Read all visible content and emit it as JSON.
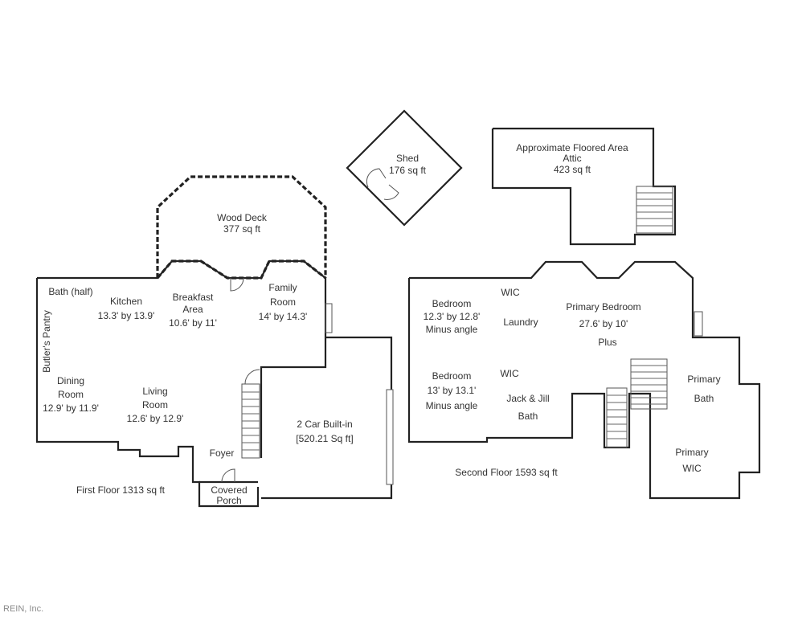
{
  "first_floor": {
    "wood_deck": {
      "name": "Wood Deck",
      "area": "377 sq ft"
    },
    "bath_half": "Bath (half)",
    "kitchen": {
      "name": "Kitchen",
      "dims": "13.3' by 13.9'"
    },
    "breakfast": {
      "name1": "Breakfast",
      "name2": "Area",
      "dims": "10.6' by 11'"
    },
    "family": {
      "name1": "Family",
      "name2": "Room",
      "dims": "14' by 14.3'"
    },
    "butlers_pantry": "Butler's Pantry",
    "dining": {
      "name1": "Dining",
      "name2": "Room",
      "dims": "12.9' by 11.9'"
    },
    "living": {
      "name1": "Living",
      "name2": "Room",
      "dims": "12.6' by 12.9'"
    },
    "foyer": "Foyer",
    "porch": {
      "line1": "Covered",
      "line2": "Porch"
    },
    "garage": {
      "name": "2 Car Built-in",
      "area": "[520.21 Sq ft]"
    },
    "caption": "First Floor 1313 sq ft"
  },
  "shed": {
    "name": "Shed",
    "area": "176 sq ft"
  },
  "attic": {
    "line1": "Approximate Floored Area",
    "line2": "Attic",
    "area": "423 sq ft"
  },
  "second_floor": {
    "bedroom1": {
      "name": "Bedroom",
      "dims": "12.3' by 12.8'",
      "note": "Minus angle"
    },
    "wic1": "WIC",
    "laundry": "Laundry",
    "primary_bedroom": {
      "name": "Primary Bedroom",
      "dims": "27.6' by 10'",
      "note": "Plus"
    },
    "bedroom2": {
      "name": "Bedroom",
      "dims": "13' by 13.1'",
      "note": "Minus angle"
    },
    "wic2": "WIC",
    "jack_jill": {
      "line1": "Jack & Jill",
      "line2": "Bath"
    },
    "primary_bath": {
      "line1": "Primary",
      "line2": "Bath"
    },
    "primary_wic": {
      "line1": "Primary",
      "line2": "WIC"
    },
    "caption": "Second Floor 1593 sq ft"
  },
  "watermark": "REIN, Inc."
}
